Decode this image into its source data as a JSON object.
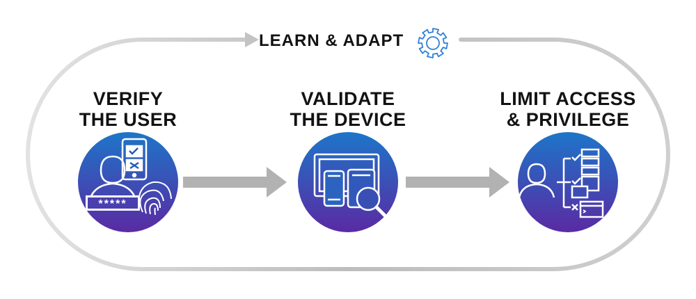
{
  "cycle": {
    "label": "LEARN & ADAPT",
    "icon": "gear-icon"
  },
  "stages": [
    {
      "line1": "VERIFY",
      "line2": "THE USER",
      "icon": "user-credentials-icon"
    },
    {
      "line1": "VALIDATE",
      "line2": "THE DEVICE",
      "icon": "devices-icon"
    },
    {
      "line1": "LIMIT ACCESS",
      "line2": "& PRIVILEGE",
      "icon": "access-control-icon"
    }
  ],
  "colors": {
    "loop": "#c8c8c8",
    "arrow": "#b4b4b4",
    "circle_top": "#1f6fc4",
    "circle_bottom": "#5b2ea6",
    "gear": "#2f7fd6",
    "text": "#121212"
  },
  "password_mask": "*****"
}
